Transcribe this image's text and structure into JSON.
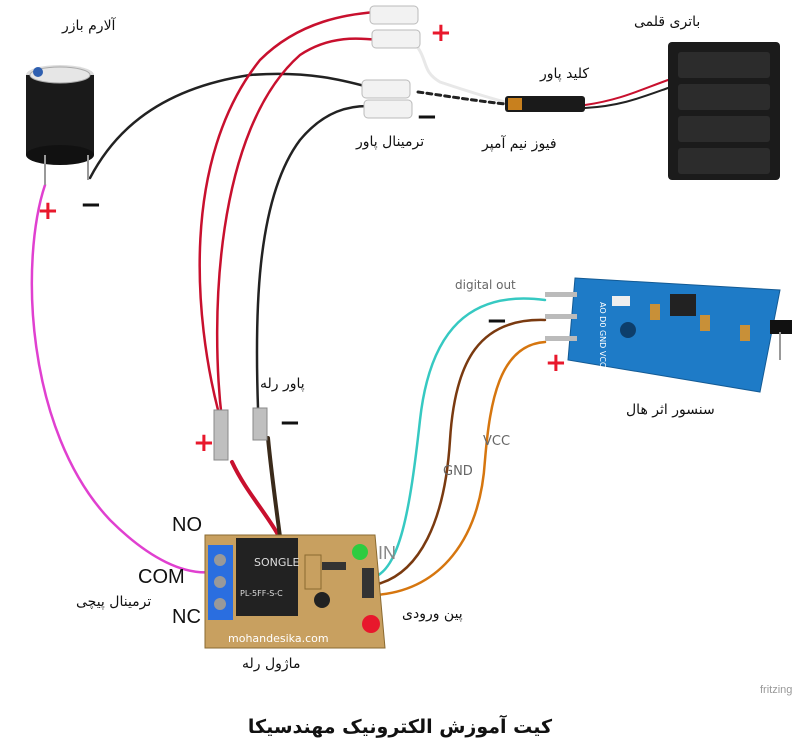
{
  "labels": {
    "buzzer": "آلارم بازر",
    "battery": "باتری قلمی",
    "power_switch": "کلید پاور",
    "fuse": "فیوز نیم آمپر",
    "power_terminal": "ترمینال پاور",
    "relay_power": "پاور رله",
    "hall_sensor": "سنسور اثر هال",
    "screw_terminal": "ترمینال پیچی",
    "input_pins": "پین ورودی",
    "relay_module": "ماژول رله",
    "digital_out": "digital out",
    "gnd": "GND",
    "vcc": "VCC",
    "no": "NO",
    "com": "COM",
    "nc": "NC",
    "in": "IN",
    "board_brand": "mohandesika.com",
    "relay_brand": "SONGLE",
    "relay_model": "PL-5FF-S-C",
    "sensor_pins": "AO D0 GND VCC",
    "watermark": "fritzing",
    "footer": "کیت آموزش الکترونیک مهندسیکا"
  },
  "signs": {
    "plus": "+",
    "minus": "−"
  },
  "colors": {
    "wire_red": "#c8102e",
    "wire_black": "#222222",
    "wire_magenta": "#e040d0",
    "wire_cyan": "#36c9c2",
    "wire_brown": "#7a3a10",
    "wire_orange": "#d6760f",
    "sensor_board": "#1e7bc7",
    "relay_board": "#c8a060",
    "relay_body": "#2a2a2a",
    "led_green": "#2ecc40",
    "led_red": "#e8182c"
  }
}
